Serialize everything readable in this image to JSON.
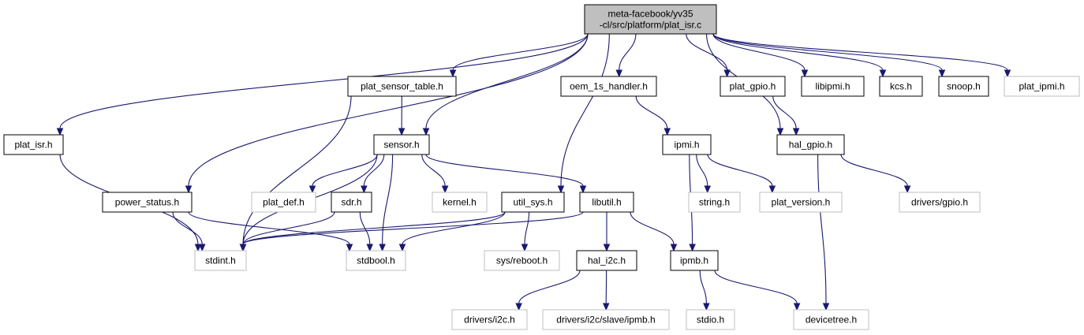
{
  "graph": {
    "root": {
      "id": "root",
      "lines": [
        "meta-facebook/yv35",
        "-cl/src/platform/plat_isr.c"
      ]
    },
    "nodes": [
      {
        "id": "plat_isr_h",
        "label": "plat_isr.h",
        "external": false
      },
      {
        "id": "power_status_h",
        "label": "power_status.h",
        "external": false
      },
      {
        "id": "plat_sensor_table_h",
        "label": "plat_sensor_table.h",
        "external": false
      },
      {
        "id": "sensor_h",
        "label": "sensor.h",
        "external": false
      },
      {
        "id": "util_sys_h",
        "label": "util_sys.h",
        "external": false
      },
      {
        "id": "oem_1s_handler_h",
        "label": "oem_1s_handler.h",
        "external": false
      },
      {
        "id": "plat_gpio_h",
        "label": "plat_gpio.h",
        "external": false
      },
      {
        "id": "libipmi_h",
        "label": "libipmi.h",
        "external": false
      },
      {
        "id": "kcs_h",
        "label": "kcs.h",
        "external": false
      },
      {
        "id": "snoop_h",
        "label": "snoop.h",
        "external": false
      },
      {
        "id": "plat_ipmi_h",
        "label": "plat_ipmi.h",
        "external": true
      },
      {
        "id": "ipmi_h",
        "label": "ipmi.h",
        "external": false
      },
      {
        "id": "hal_gpio_h",
        "label": "hal_gpio.h",
        "external": false
      },
      {
        "id": "plat_def_h",
        "label": "plat_def.h",
        "external": true
      },
      {
        "id": "sdr_h",
        "label": "sdr.h",
        "external": false
      },
      {
        "id": "kernel_h",
        "label": "kernel.h",
        "external": true
      },
      {
        "id": "libutil_h",
        "label": "libutil.h",
        "external": false
      },
      {
        "id": "string_h",
        "label": "string.h",
        "external": true
      },
      {
        "id": "plat_version_h",
        "label": "plat_version.h",
        "external": true
      },
      {
        "id": "drivers_gpio_h",
        "label": "drivers/gpio.h",
        "external": true
      },
      {
        "id": "stdint_h",
        "label": "stdint.h",
        "external": true
      },
      {
        "id": "stdbool_h",
        "label": "stdbool.h",
        "external": true
      },
      {
        "id": "sys_reboot_h",
        "label": "sys/reboot.h",
        "external": true
      },
      {
        "id": "hal_i2c_h",
        "label": "hal_i2c.h",
        "external": false
      },
      {
        "id": "ipmb_h",
        "label": "ipmb.h",
        "external": false
      },
      {
        "id": "drivers_i2c_h",
        "label": "drivers/i2c.h",
        "external": true
      },
      {
        "id": "drivers_i2c_slave_ipmb_h",
        "label": "drivers/i2c/slave/ipmb.h",
        "external": true
      },
      {
        "id": "stdio_h",
        "label": "stdio.h",
        "external": true
      },
      {
        "id": "devicetree_h",
        "label": "devicetree.h",
        "external": true
      }
    ],
    "edges": [
      [
        "root",
        "plat_isr_h"
      ],
      [
        "root",
        "power_status_h"
      ],
      [
        "root",
        "plat_sensor_table_h"
      ],
      [
        "root",
        "sensor_h"
      ],
      [
        "root",
        "util_sys_h"
      ],
      [
        "root",
        "oem_1s_handler_h"
      ],
      [
        "root",
        "plat_gpio_h"
      ],
      [
        "root",
        "libipmi_h"
      ],
      [
        "root",
        "kcs_h"
      ],
      [
        "root",
        "snoop_h"
      ],
      [
        "root",
        "plat_ipmi_h"
      ],
      [
        "root",
        "hal_gpio_h"
      ],
      [
        "plat_isr_h",
        "stdint_h"
      ],
      [
        "power_status_h",
        "stdint_h"
      ],
      [
        "power_status_h",
        "stdbool_h"
      ],
      [
        "plat_sensor_table_h",
        "sensor_h"
      ],
      [
        "plat_sensor_table_h",
        "stdint_h"
      ],
      [
        "sensor_h",
        "stdint_h"
      ],
      [
        "sensor_h",
        "plat_def_h"
      ],
      [
        "sensor_h",
        "sdr_h"
      ],
      [
        "sensor_h",
        "stdbool_h"
      ],
      [
        "sensor_h",
        "kernel_h"
      ],
      [
        "sensor_h",
        "libutil_h"
      ],
      [
        "sdr_h",
        "stdint_h"
      ],
      [
        "sdr_h",
        "stdbool_h"
      ],
      [
        "util_sys_h",
        "stdint_h"
      ],
      [
        "util_sys_h",
        "stdbool_h"
      ],
      [
        "util_sys_h",
        "sys_reboot_h"
      ],
      [
        "libutil_h",
        "stdint_h"
      ],
      [
        "libutil_h",
        "hal_i2c_h"
      ],
      [
        "libutil_h",
        "ipmb_h"
      ],
      [
        "oem_1s_handler_h",
        "ipmi_h"
      ],
      [
        "ipmi_h",
        "ipmb_h"
      ],
      [
        "ipmi_h",
        "string_h"
      ],
      [
        "ipmi_h",
        "plat_version_h"
      ],
      [
        "plat_gpio_h",
        "hal_gpio_h"
      ],
      [
        "hal_gpio_h",
        "drivers_gpio_h"
      ],
      [
        "hal_gpio_h",
        "devicetree_h"
      ],
      [
        "hal_i2c_h",
        "drivers_i2c_h"
      ],
      [
        "hal_i2c_h",
        "drivers_i2c_slave_ipmb_h"
      ],
      [
        "ipmb_h",
        "stdio_h"
      ],
      [
        "ipmb_h",
        "devicetree_h"
      ]
    ]
  }
}
